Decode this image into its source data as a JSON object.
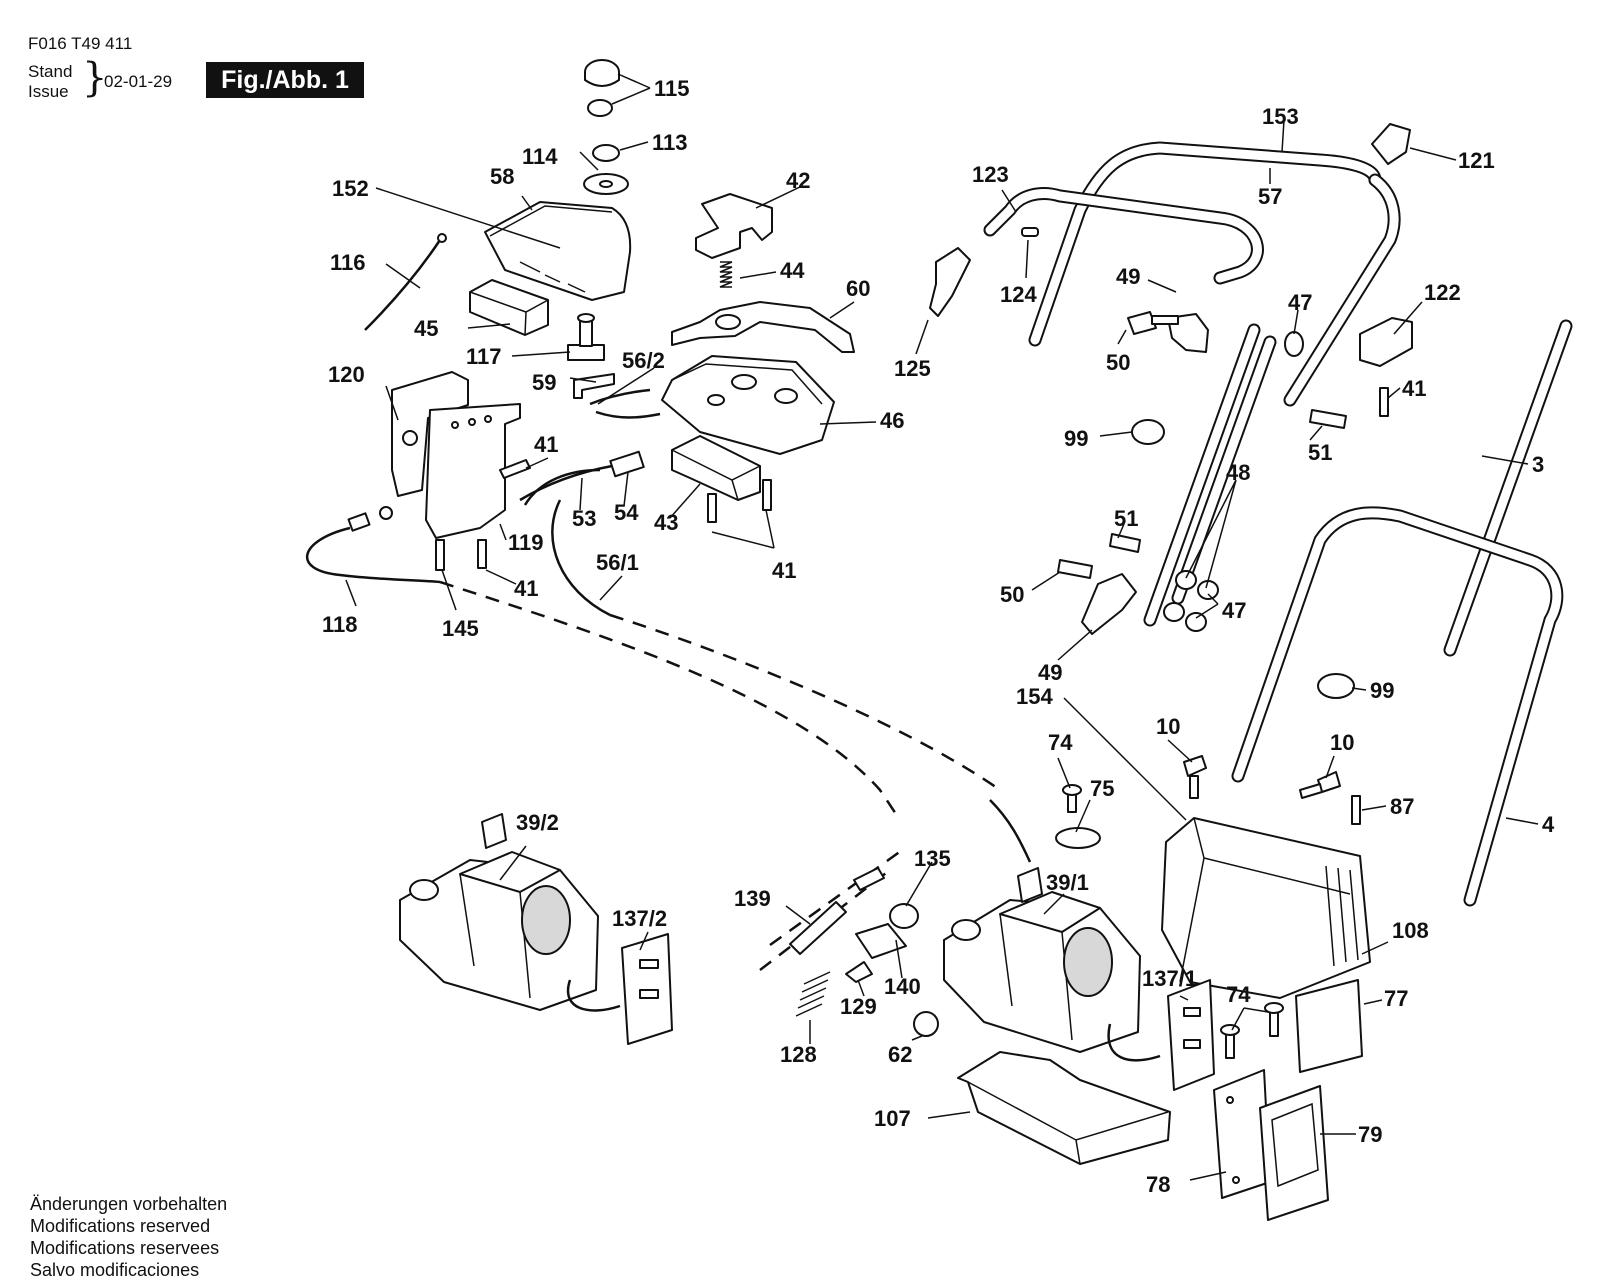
{
  "header": {
    "code": "F016 T49 411",
    "stand": "Stand",
    "issue": "Issue",
    "date": "02-01-29",
    "fig": "Fig./Abb. 1"
  },
  "footer": [
    "Änderungen vorbehalten",
    "Modifications reserved",
    "Modifications reservees",
    "Salvo modificaciones"
  ],
  "labels": {
    "p115": "115",
    "p113": "113",
    "p114": "114",
    "p58": "58",
    "p152": "152",
    "p116": "116",
    "p45": "45",
    "p117": "117",
    "p56_2": "56/2",
    "p59": "59",
    "p42": "42",
    "p44": "44",
    "p60": "60",
    "p46": "46",
    "p120": "120",
    "p41a": "41",
    "p119": "119",
    "p53": "53",
    "p54": "54",
    "p43": "43",
    "p41b": "41",
    "p41c": "41",
    "p118": "118",
    "p145": "145",
    "p56_1": "56/1",
    "p123": "123",
    "p124": "124",
    "p125": "125",
    "p153": "153",
    "p57": "57",
    "p121": "121",
    "p49a": "49",
    "p50a": "50",
    "p47a": "47",
    "p122": "122",
    "p41d": "41",
    "p51a": "51",
    "p99a": "99",
    "p3": "3",
    "p48": "48",
    "p51b": "51",
    "p50b": "50",
    "p47b": "47",
    "p49b": "49",
    "p99b": "99",
    "p154": "154",
    "p74a": "74",
    "p75": "75",
    "p10a": "10",
    "p10b": "10",
    "p87": "87",
    "p4": "4",
    "p39_2": "39/2",
    "p137_2": "137/2",
    "p139": "139",
    "p135": "135",
    "p39_1": "39/1",
    "p108": "108",
    "p140": "140",
    "p129": "129",
    "p128": "128",
    "p62": "62",
    "p137_1": "137/1",
    "p74b": "74",
    "p77": "77",
    "p107": "107",
    "p79": "79",
    "p78": "78"
  }
}
